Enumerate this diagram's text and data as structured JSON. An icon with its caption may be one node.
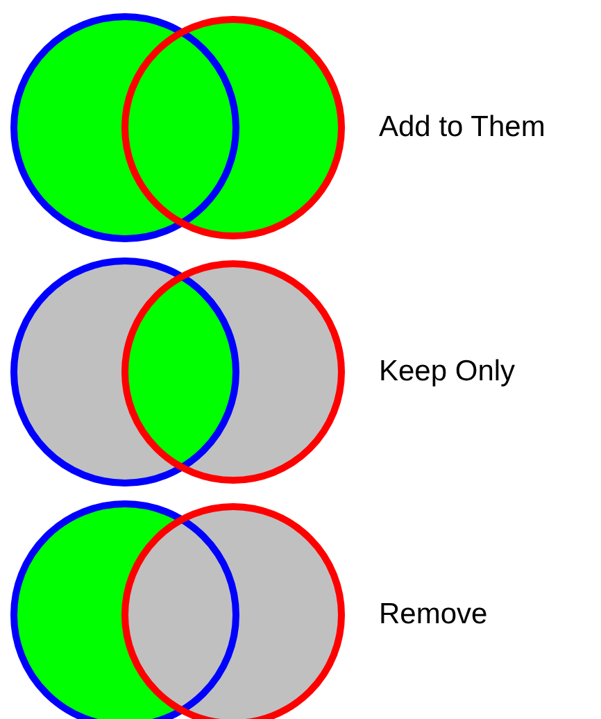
{
  "diagram": {
    "labels": [
      "Add to Them",
      "Keep Only",
      "Remove"
    ]
  }
}
